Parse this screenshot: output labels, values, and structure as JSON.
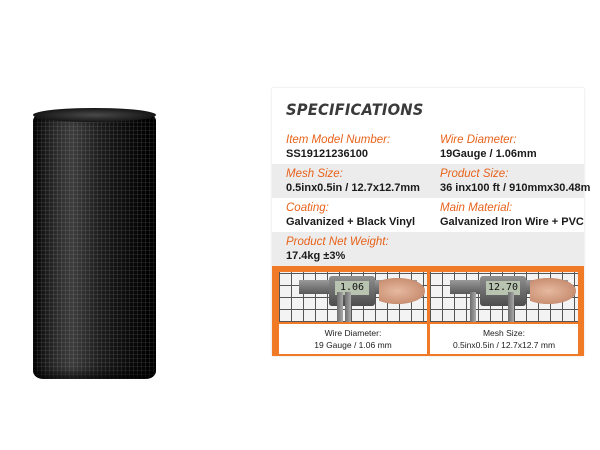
{
  "spec_title": "SPECIFICATIONS",
  "specs": [
    {
      "left_label": "Item Model Number:",
      "left_value": "SS19121236100",
      "right_label": "Wire Diameter:",
      "right_value": "19Gauge / 1.06mm"
    },
    {
      "left_label": "Mesh Size:",
      "left_value": "0.5inx0.5in / 12.7x12.7mm",
      "right_label": "Product Size:",
      "right_value": "36 inx100 ft / 910mmx30.48m"
    },
    {
      "left_label": "Coating:",
      "left_value": "Galvanized + Black Vinyl",
      "right_label": "Main Material:",
      "right_value": "Galvanized Iron Wire + PVC"
    },
    {
      "left_label": "Product Net Weight:",
      "left_value": "17.4kg ±3%"
    }
  ],
  "photos": [
    {
      "readout": "1.06",
      "caption_title": "Wire Diameter:",
      "caption_value": "19 Gauge / 1.06 mm"
    },
    {
      "readout": "12.70",
      "caption_title": "Mesh Size:",
      "caption_value": "0.5inx0.5in / 12.7x12.7 mm"
    }
  ],
  "colors": {
    "accent": "#f07a25",
    "label": "#e8621a"
  }
}
